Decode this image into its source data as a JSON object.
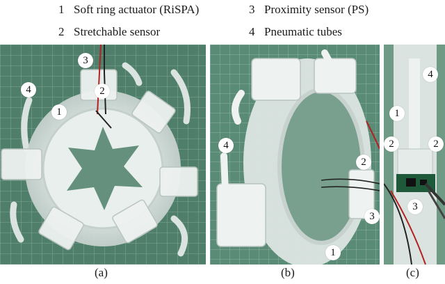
{
  "legend": [
    {
      "num": "1",
      "label": "Soft ring actuator (RiSPA)"
    },
    {
      "num": "2",
      "label": "Stretchable sensor"
    },
    {
      "num": "3",
      "label": "Proximity sensor (PS)"
    },
    {
      "num": "4",
      "label": "Pneumatic tubes"
    }
  ],
  "captions": {
    "a": "(a)",
    "b": "(b)",
    "c": "(c)"
  },
  "markers": {
    "a": [
      "3",
      "4",
      "2",
      "1"
    ],
    "b": [
      "4",
      "2",
      "3",
      "1"
    ],
    "c": [
      "4",
      "1",
      "2",
      "2",
      "3"
    ]
  }
}
